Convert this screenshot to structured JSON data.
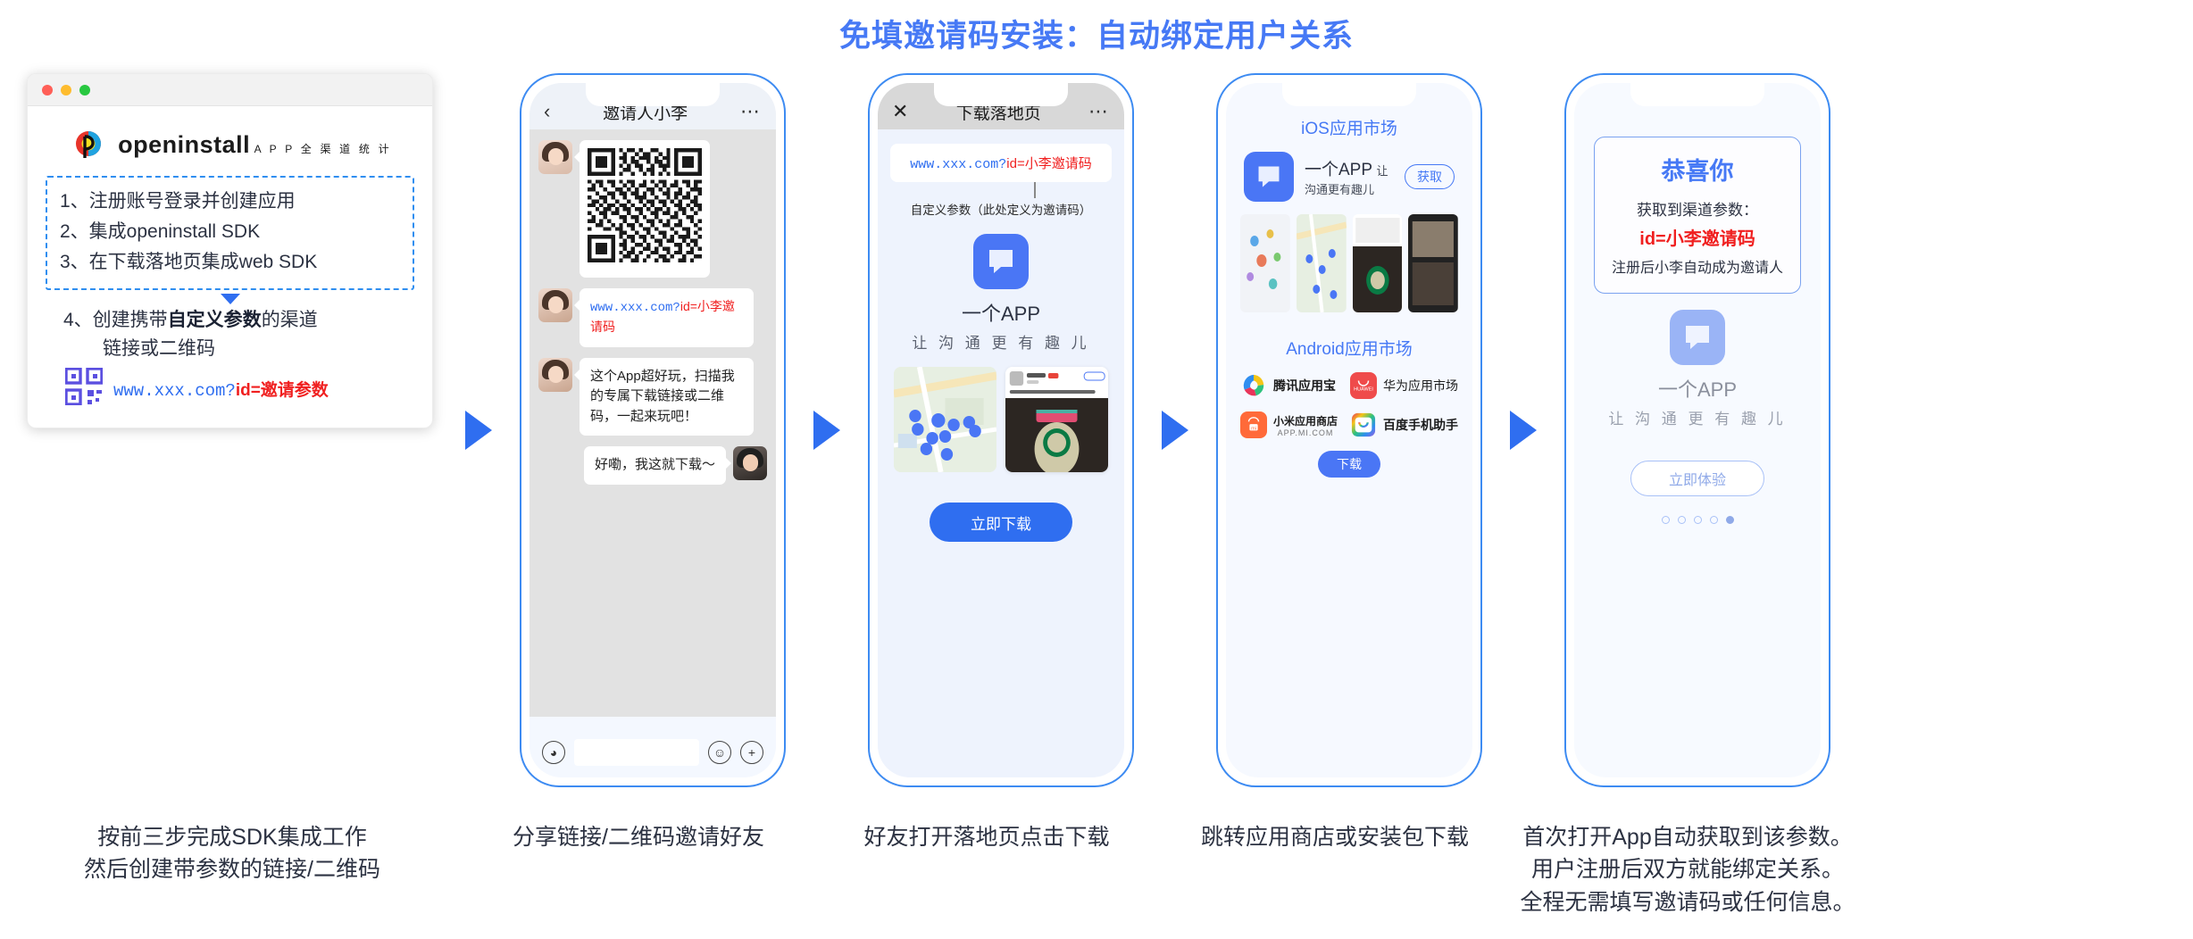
{
  "title": "免填邀请码安装：自动绑定用户关系",
  "colors": {
    "accent_blue": "#4679f5",
    "arrow_blue": "#2f6ef0",
    "red": "#f01f1f",
    "link_blue": "#2f6ef0"
  },
  "step1": {
    "brand_name": "openinstall",
    "brand_sub": "A P P 全 渠 道 统 计",
    "steps": [
      "1、注册账号登录并创建应用",
      "2、集成openinstall SDK",
      "3、在下载落地页集成web SDK"
    ],
    "step4_line1_prefix": "4、创建携带",
    "step4_line1_bold": "自定义参数",
    "step4_line1_suffix": "的渠道",
    "step4_line2": "链接或二维码",
    "url_blue": "www.xxx.com?",
    "url_red": "id=邀请参数",
    "caption_line1": "按前三步完成SDK集成工作",
    "caption_line2": "然后创建带参数的链接/二维码"
  },
  "step2": {
    "header_title": "邀请人小李",
    "back_icon": "chevron-left-icon",
    "more_icon": "more-dots-icon",
    "messages": [
      {
        "side": "left",
        "type": "qr"
      },
      {
        "side": "left",
        "type": "link",
        "url_blue": "www.xxx.com?",
        "url_red": "id=小李邀请码"
      },
      {
        "side": "left",
        "type": "text",
        "text": "这个App超好玩，扫描我的专属下载链接或二维码，一起来玩吧！"
      },
      {
        "side": "right",
        "type": "text",
        "text": "好嘞，我这就下载～"
      }
    ],
    "footer": {
      "voice_icon": "voice-icon",
      "emoji_icon": "emoji-icon",
      "plus_icon": "plus-icon",
      "input_placeholder": ""
    },
    "caption": "分享链接/二维码邀请好友"
  },
  "step3": {
    "header_title": "下载落地页",
    "close_icon": "close-icon",
    "more_icon": "more-dots-icon",
    "url_blue": "www.xxx.com?",
    "url_red": "id=小李邀请码",
    "param_note": "自定义参数（此处定义为邀请码）",
    "app_name": "一个APP",
    "app_slogan": "让 沟 通 更 有 趣 儿",
    "download_button": "立即下载",
    "caption": "好友打开落地页点击下载"
  },
  "step4": {
    "ios_title": "iOS应用市场",
    "ios_app_name": "一个APP",
    "ios_app_sub": "让沟通更有趣儿",
    "get_button": "获取",
    "android_title": "Android应用市场",
    "stores": [
      {
        "name": "腾讯应用宝",
        "logo": "tencent-myapp-icon"
      },
      {
        "name": "华为应用市场",
        "logo": "huawei-appgallery-icon"
      },
      {
        "name": "小米应用商店",
        "sub": "APP.MI.COM",
        "logo": "xiaomi-store-icon"
      },
      {
        "name": "百度手机助手",
        "logo": "baidu-assistant-icon"
      }
    ],
    "download_button": "下载",
    "caption": "跳转应用商店或安装包下载"
  },
  "step5": {
    "congrats_title": "恭喜你",
    "line1": "获取到渠道参数：",
    "param": "id=小李邀请码",
    "line3": "注册后小李自动成为邀请人",
    "app_name": "一个APP",
    "app_slogan": "让 沟 通 更 有 趣 儿",
    "try_button": "立即体验",
    "page_dots_total": 5,
    "page_dots_active": 5,
    "caption_line1": "首次打开App自动获取到该参数。",
    "caption_line2": "用户注册后双方就能绑定关系。",
    "caption_line3": "全程无需填写邀请码或任何信息。"
  }
}
